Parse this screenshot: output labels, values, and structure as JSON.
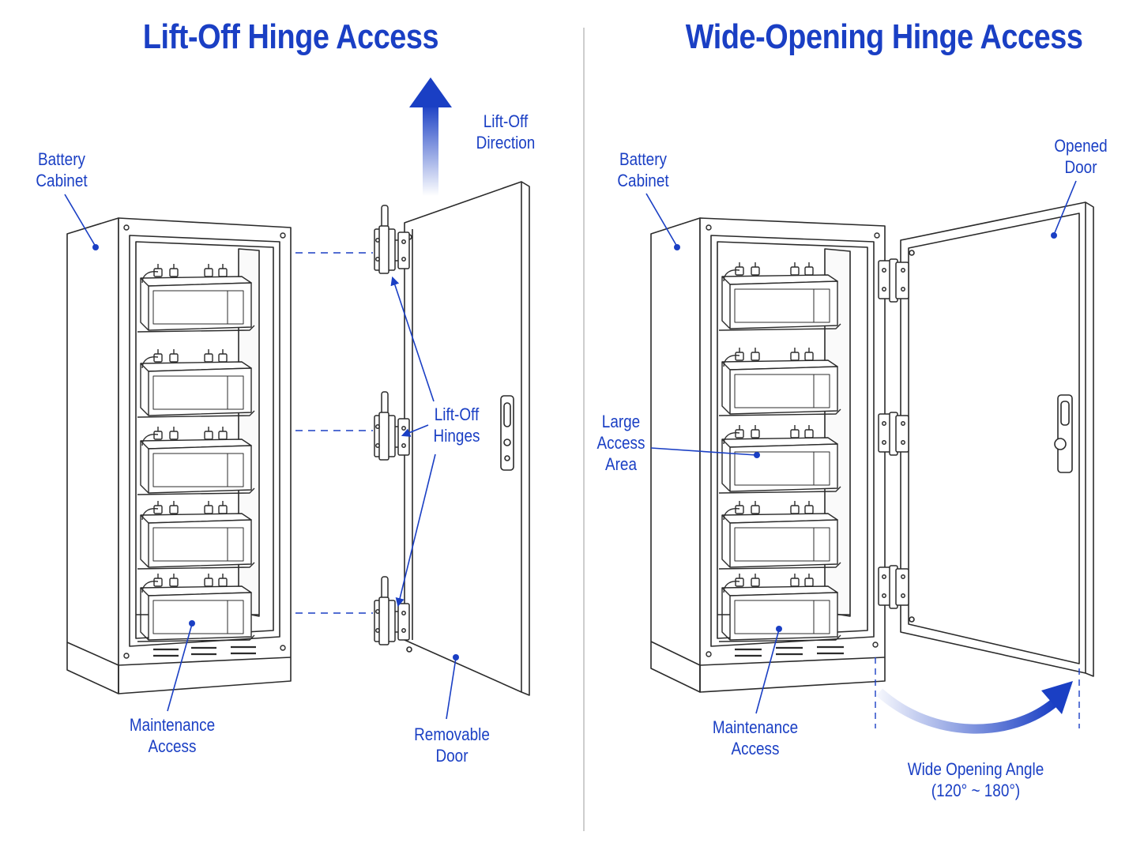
{
  "colors": {
    "accent": "#1a3fc4",
    "line": "#2b2b2b",
    "paper": "#ffffff"
  },
  "left_panel": {
    "title": "Lift-Off Hinge Access",
    "labels": {
      "battery_cabinet": [
        "Battery",
        "Cabinet"
      ],
      "lift_off_direction": [
        "Lift-Off",
        "Direction"
      ],
      "lift_off_hinges": [
        "Lift-Off",
        "Hinges"
      ],
      "maintenance_access": [
        "Maintenance",
        "Access"
      ],
      "removable_door": [
        "Removable",
        "Door"
      ]
    }
  },
  "right_panel": {
    "title": "Wide-Opening Hinge Access",
    "labels": {
      "battery_cabinet": [
        "Battery",
        "Cabinet"
      ],
      "opened_door": [
        "Opened",
        "Door"
      ],
      "large_access_area": [
        "Large",
        "Access",
        "Area"
      ],
      "maintenance_access": [
        "Maintenance",
        "Access"
      ],
      "wide_opening_angle": [
        "Wide Opening Angle",
        "(120° ~ 180°)"
      ]
    }
  }
}
